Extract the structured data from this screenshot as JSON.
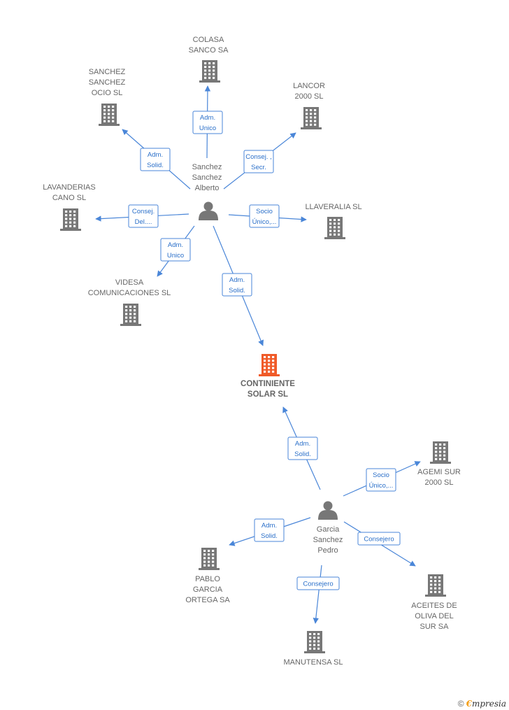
{
  "diagram": {
    "center": {
      "id": "continente",
      "lines": [
        "CONTINIENTE",
        "SOLAR SL"
      ],
      "color": "#f05a28"
    },
    "people": [
      {
        "id": "p1",
        "lines": [
          "Sanchez",
          "Sanchez",
          "Alberto"
        ]
      },
      {
        "id": "p2",
        "lines": [
          "Garcia",
          "Sanchez",
          "Pedro"
        ]
      }
    ],
    "companies": [
      {
        "id": "colasa",
        "lines": [
          "COLASA",
          "SANCO SA"
        ]
      },
      {
        "id": "sso",
        "lines": [
          "SANCHEZ",
          "SANCHEZ",
          "OCIO SL"
        ]
      },
      {
        "id": "lancor",
        "lines": [
          "LANCOR",
          "2000 SL"
        ]
      },
      {
        "id": "lavanderias",
        "lines": [
          "LAVANDERIAS",
          "CANO SL"
        ]
      },
      {
        "id": "llaveralia",
        "lines": [
          "LLAVERALIA SL"
        ]
      },
      {
        "id": "videsa",
        "lines": [
          "VIDESA",
          "COMUNICACIONES SL"
        ]
      },
      {
        "id": "agemi",
        "lines": [
          "AGEMI SUR",
          "2000 SL"
        ]
      },
      {
        "id": "pablo",
        "lines": [
          "PABLO",
          "GARCIA",
          "ORTEGA SA"
        ]
      },
      {
        "id": "aceites",
        "lines": [
          "ACEITES DE",
          "OLIVA DEL",
          "SUR SA"
        ]
      },
      {
        "id": "manutensa",
        "lines": [
          "MANUTENSA SL"
        ]
      }
    ],
    "edges": [
      {
        "from": "p1",
        "to": "colasa",
        "label": [
          "Adm.",
          "Unico"
        ]
      },
      {
        "from": "p1",
        "to": "sso",
        "label": [
          "Adm.",
          "Solid."
        ]
      },
      {
        "from": "p1",
        "to": "lancor",
        "label": [
          "Consej. ,",
          "Secr."
        ]
      },
      {
        "from": "p1",
        "to": "lavanderias",
        "label": [
          "Consej.",
          "Del...."
        ]
      },
      {
        "from": "p1",
        "to": "llaveralia",
        "label": [
          "Socio",
          "Único,..."
        ]
      },
      {
        "from": "p1",
        "to": "videsa",
        "label": [
          "Adm.",
          "Unico"
        ]
      },
      {
        "from": "p1",
        "to": "continente",
        "label": [
          "Adm.",
          "Solid."
        ]
      },
      {
        "from": "p2",
        "to": "continente",
        "label": [
          "Adm.",
          "Solid."
        ]
      },
      {
        "from": "p2",
        "to": "agemi",
        "label": [
          "Socio",
          "Único,..."
        ]
      },
      {
        "from": "p2",
        "to": "pablo",
        "label": [
          "Adm.",
          "Solid."
        ]
      },
      {
        "from": "p2",
        "to": "aceites",
        "label": [
          "Consejero"
        ]
      },
      {
        "from": "p2",
        "to": "manutensa",
        "label": [
          "Consejero"
        ]
      }
    ],
    "colors": {
      "building": "#777777",
      "person": "#777777",
      "edge": "#4a86d8",
      "edge_text": "#2a6fc9"
    }
  },
  "footer": {
    "copyright": "©",
    "brand_initial": "€",
    "brand_rest": "mpresia"
  }
}
